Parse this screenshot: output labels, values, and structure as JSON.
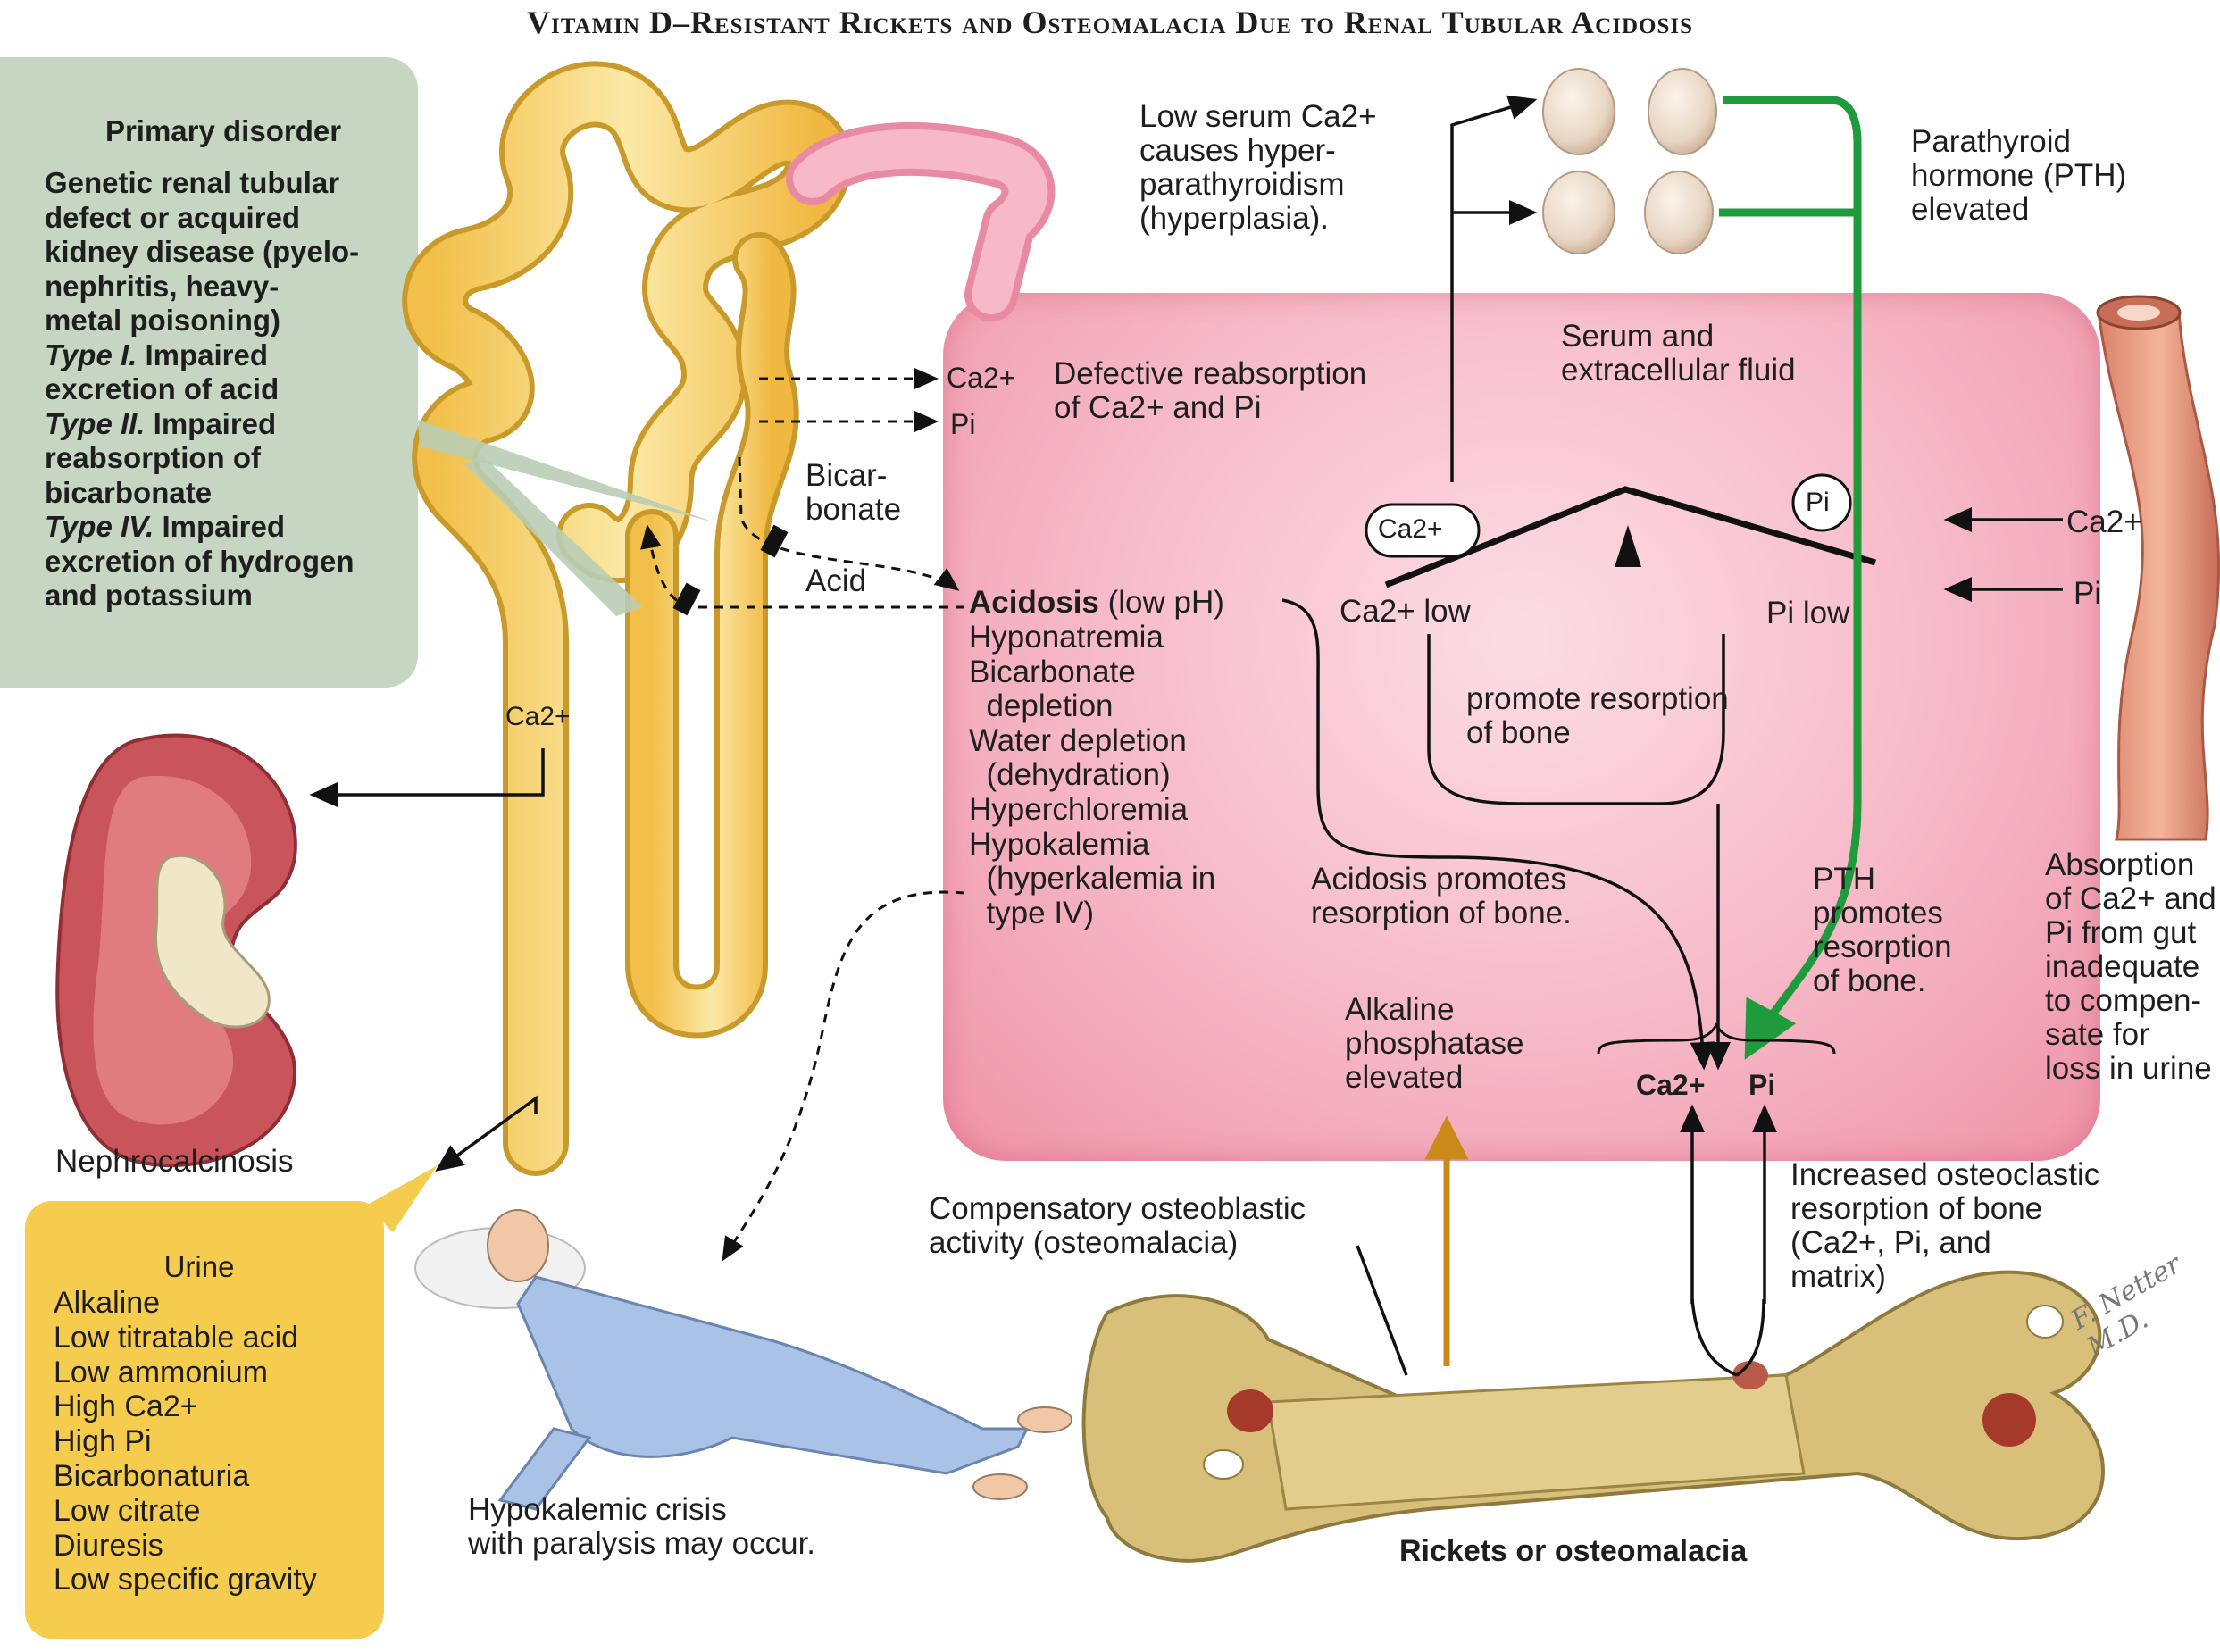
{
  "title": "Vitamin D–Resistant Rickets and Osteomalacia Due to Renal Tubular Acidosis",
  "primary_disorder": {
    "heading": "Primary disorder",
    "lines": [
      {
        "t": "Genetic renal tubular",
        "i": false
      },
      {
        "t": "defect or acquired",
        "i": false
      },
      {
        "t": "kidney disease (pyelo-",
        "i": false
      },
      {
        "t": "nephritis, heavy-",
        "i": false
      },
      {
        "t": "metal poisoning)",
        "i": false
      },
      {
        "t": "Type I.",
        "i": true,
        "r": " Impaired"
      },
      {
        "t": "excretion of acid",
        "i": false
      },
      {
        "t": "Type II.",
        "i": true,
        "r": " Impaired"
      },
      {
        "t": "reabsorption of",
        "i": false
      },
      {
        "t": "bicarbonate",
        "i": false
      },
      {
        "t": "Type IV.",
        "i": true,
        "r": " Impaired"
      },
      {
        "t": "excretion of hydrogen",
        "i": false
      },
      {
        "t": "and potassium",
        "i": false
      }
    ]
  },
  "urine": {
    "heading": "Urine",
    "items": [
      "Alkaline",
      "Low titratable acid",
      "Low ammonium",
      "High Ca2+",
      "High Pi",
      "Bicarbonaturia",
      "Low citrate",
      "Diuresis",
      "Low specific gravity"
    ]
  },
  "labels": {
    "nephrocalcinosis": "Nephrocalcinosis",
    "kidney_ca": "Ca2+",
    "ca_out": "Ca2+",
    "pi_out": "Pi",
    "bicarbonate": [
      "Bicar-",
      "bonate"
    ],
    "acid": "Acid",
    "defective": [
      "Defective reabsorption",
      "of Ca2+ and Pi"
    ],
    "acidosis_head": "Acidosis",
    "acidosis_rest": " (low pH)",
    "acidosis_list": [
      "Hyponatremia",
      "Bicarbonate",
      "  depletion",
      "Water depletion",
      "  (dehydration)",
      "Hyperchloremia",
      "Hypokalemia",
      "  (hyperkalemia in",
      "  type IV)"
    ],
    "serum": [
      "Serum and",
      "extracellular fluid"
    ],
    "ca_pill": "Ca2+",
    "pi_pill": "Pi",
    "ca_low": "Ca2+ low",
    "pi_low": "Pi low",
    "promote": [
      "promote resorption",
      "of bone"
    ],
    "acidosis_promotes": [
      "Acidosis promotes",
      "resorption of bone."
    ],
    "pth_promotes": [
      "PTH",
      "promotes",
      "resorption",
      "of bone."
    ],
    "alk_phos": [
      "Alkaline",
      "phosphatase",
      "elevated"
    ],
    "ca_bold": "Ca2+",
    "pi_bold": "Pi",
    "low_serum": [
      "Low serum Ca2+",
      "causes hyper-",
      "parathyroidism",
      "(hyperplasia)."
    ],
    "pth_elevated": [
      "Parathyroid",
      "hormone (PTH)",
      "elevated"
    ],
    "gut_ca": "Ca2+",
    "gut_pi": "Pi",
    "absorption": [
      "Absorption",
      "of Ca2+ and",
      "Pi  from gut",
      "inadequate",
      "to compen-",
      "sate for",
      "loss in urine"
    ],
    "compensatory": [
      "Compensatory osteoblastic",
      "activity (osteomalacia)"
    ],
    "increased": [
      "Increased osteoclastic",
      "resorption of  bone",
      "(Ca2+,  Pi, and",
      "matrix)"
    ],
    "hypokalemic": [
      "Hypokalemic crisis",
      "with paralysis may occur."
    ],
    "rickets": "Rickets or osteomalacia",
    "signature": "F. Netter M.D."
  },
  "colors": {
    "pink_box": "#f4b2c2",
    "green_box": "#c7d6c2",
    "yellow_box": "#f5cc4d",
    "pth_arrow": "#1f9a3c",
    "alk_arrow": "#c98a1a",
    "nephron": "#f6d878"
  }
}
